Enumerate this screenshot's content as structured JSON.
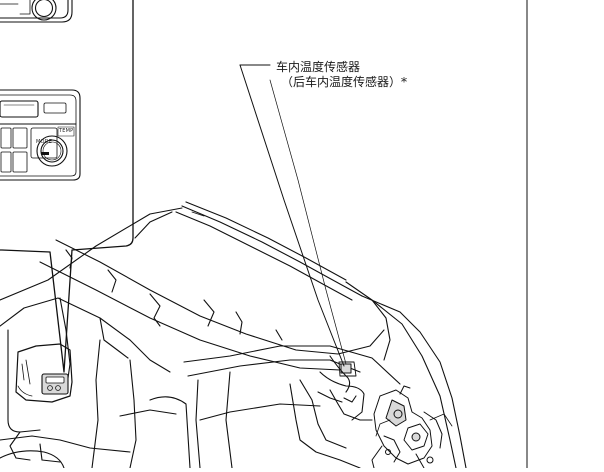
{
  "callouts": {
    "primary": "车内温度传感器",
    "secondary": "（后车内温度传感器）*"
  },
  "panel_labels": {
    "mode": "MODE",
    "temp": "TEMP"
  },
  "colors": {
    "line": "#111111",
    "background": "#ffffff",
    "shade": "#d9d9d9"
  }
}
